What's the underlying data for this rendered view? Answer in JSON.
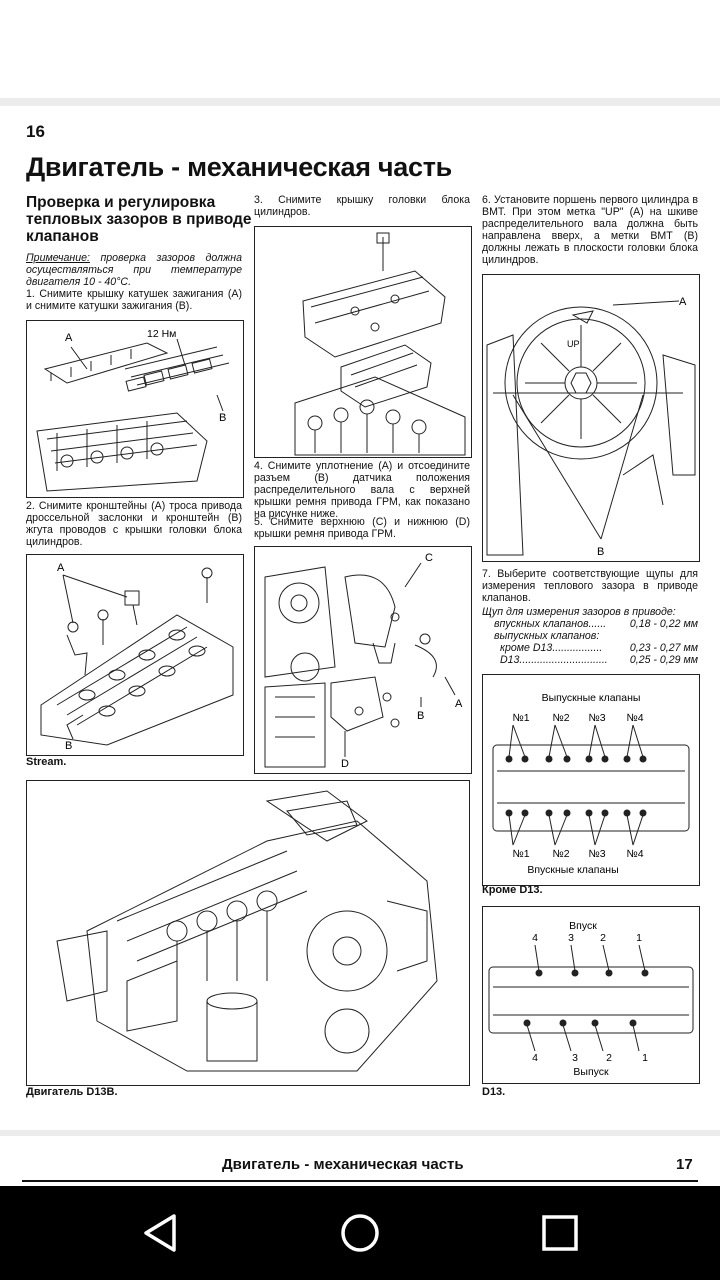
{
  "page": {
    "left_number": "16",
    "title": "Двигатель - механическая часть"
  },
  "col1": {
    "section_title": "Проверка и регулировка тепловых зазоров в приводе клапанов",
    "note_label": "Примечание:",
    "note_text": " проверка зазоров должна осуществляться при температуре двигателя 10 - 40°С.",
    "step1": "1. Снимите крышку катушек зажигания (А) и снимите катушки зажигания (В).",
    "fig1_labels": {
      "a": "А",
      "torque": "12 Нм",
      "b": "В"
    },
    "step2": "2. Снимите кронштейны (А) троса привода дроссельной заслонки и кронштейн (В) жгута проводов с крышки головки блока цилиндров.",
    "fig2_labels": {
      "a": "А",
      "b": "В"
    },
    "fig2_caption": "Stream.",
    "fig_engine_caption": "Двигатель D13В."
  },
  "col2": {
    "step3": "3. Снимите крышку головки блока цилиндров.",
    "step4": "4. Снимите уплотнение (А) и отсоедините разъем (В) датчика положения распределительного вала с верхней крышки ремня привода ГРМ, как показано на рисунке ниже.",
    "step5": "5. Снимите верхнюю (С) и нижнюю (D) крышки ремня привода ГРМ.",
    "fig4_labels": {
      "c": "С",
      "a": "А",
      "b": "В",
      "d": "D"
    }
  },
  "col3": {
    "step6": "6. Установите поршень первого цилиндра в ВМТ. При этом метка \"UP\" (А) на шкиве распределительного вала должна быть направлена вверх, а метки ВМТ (В) должны лежать в плоскости головки блока цилиндров.",
    "fig_pulley_labels": {
      "a": "А",
      "up": "UP",
      "b": "В"
    },
    "step7": "7. Выберите соответствующие щупы для измерения теплового зазора в приводе клапанов.",
    "spec_title": "Щуп для измерения зазоров в приводе:",
    "spec_intake_label": "впускных клапанов......",
    "spec_intake_value": "0,18 - 0,22 мм",
    "spec_exhaust_label": "выпускных клапанов:",
    "spec_except_label": "кроме D13.................",
    "spec_except_value": "0,23 - 0,27 мм",
    "spec_d13_label": "D13..............................",
    "spec_d13_value": "0,25 - 0,29 мм",
    "fig_valves1": {
      "top_label": "Выпускные клапаны",
      "bottom_label": "Впускные клапаны",
      "nums": [
        "№1",
        "№2",
        "№3",
        "№4"
      ],
      "caption": "Кроме D13."
    },
    "fig_valves2": {
      "top_label": "Впуск",
      "bottom_label": "Выпуск",
      "nums": [
        "4",
        "3",
        "2",
        "1"
      ],
      "caption": "D13."
    }
  },
  "footer": {
    "title": "Двигатель - механическая часть",
    "right_number": "17"
  },
  "navbar": {
    "back": "back-icon",
    "home": "home-icon",
    "recents": "recents-icon"
  }
}
